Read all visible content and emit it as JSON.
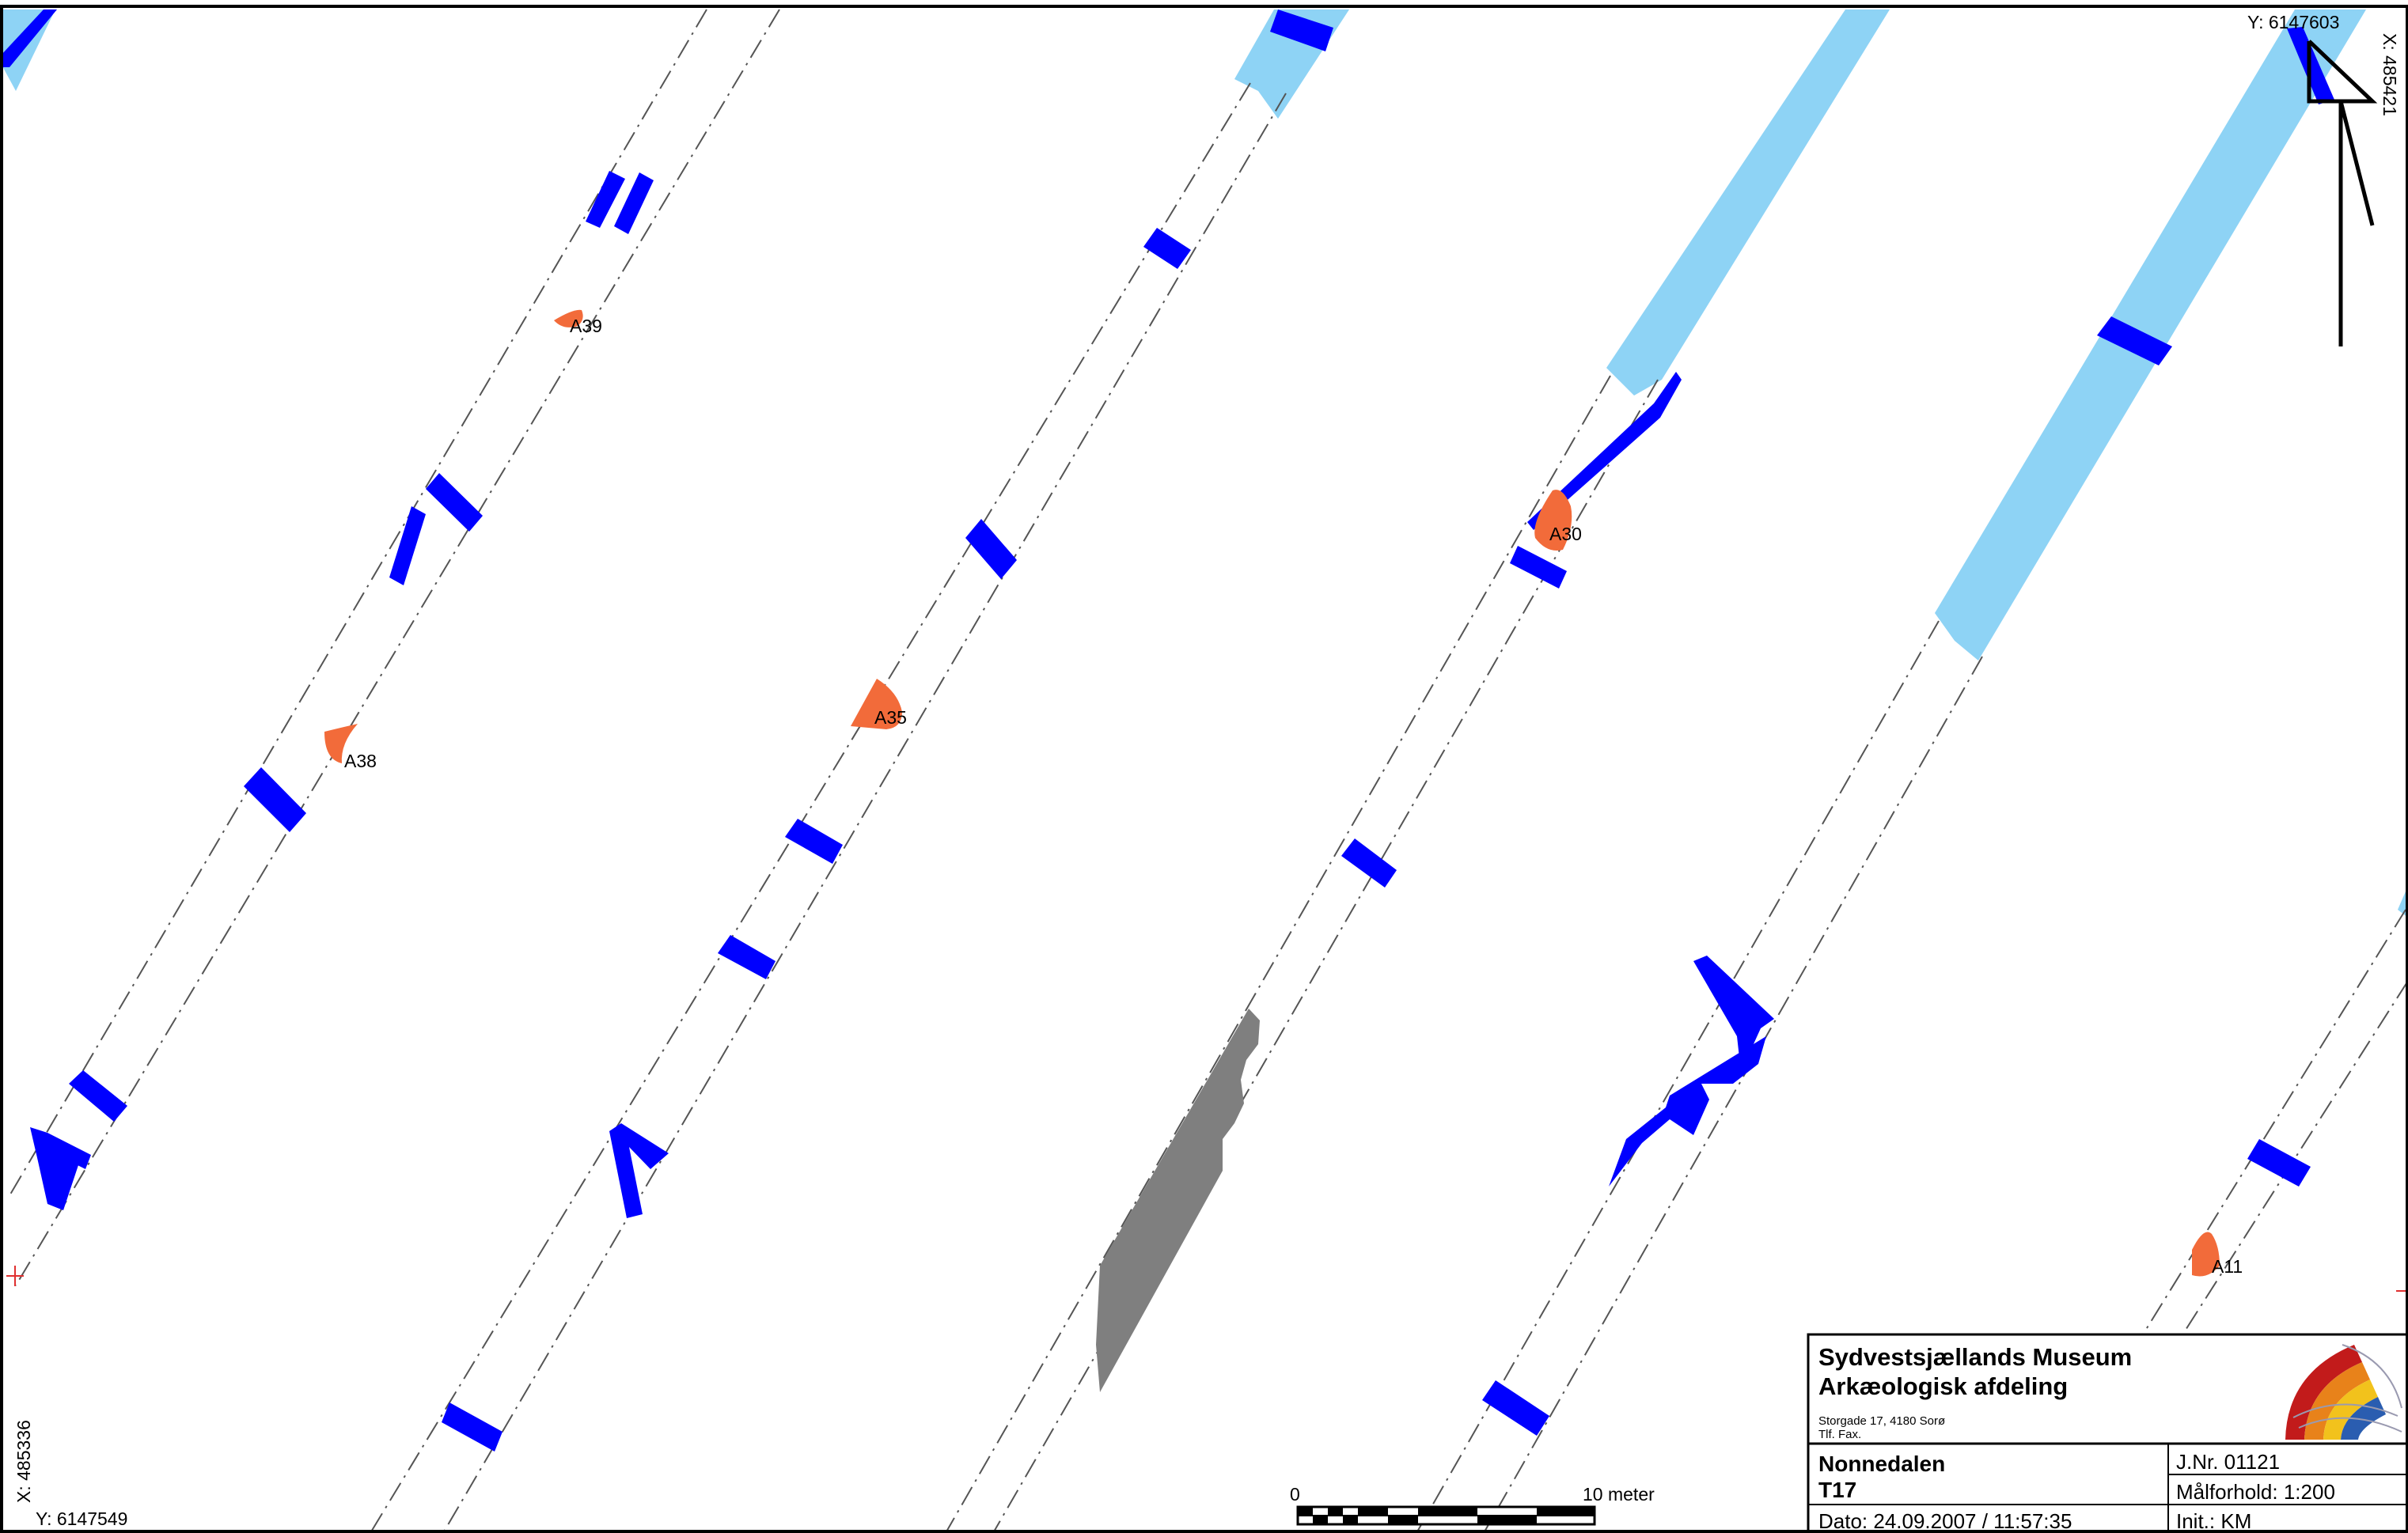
{
  "colors": {
    "trench_fill": "#ffffff",
    "trench_edge": "#555555",
    "modern_disturbance": "#8ed3f5",
    "drain": "#0000ff",
    "feature": "#f26b3a",
    "other_feature": "#7f7f7f",
    "frame": "#000000"
  },
  "features": [
    {
      "id": "A39",
      "label": "A39"
    },
    {
      "id": "A38",
      "label": "A38"
    },
    {
      "id": "A35",
      "label": "A35"
    },
    {
      "id": "A30",
      "label": "A30"
    },
    {
      "id": "A11",
      "label": "A11"
    }
  ],
  "coordinates": {
    "top_right_y": "Y: 6147603",
    "top_right_x": "X: 485421",
    "bottom_left_x": "X: 485336",
    "bottom_left_y": "Y: 6147549"
  },
  "scale_bar": {
    "start_label": "0",
    "end_label": "10 meter"
  },
  "title_block": {
    "museum": "Sydvestsjællands Museum",
    "department": "Arkæologisk afdeling",
    "address": "Storgade 17, 4180 Sorø",
    "contact": "Tlf.  Fax.",
    "site": "Nonnedalen",
    "trench": "T17",
    "date": "Dato: 24.09.2007 / 11:57:35",
    "journal": "J.Nr. 01121",
    "scale": "Målforhold: 1:200",
    "initials": "Init.: KM"
  },
  "icons": [
    "north-arrow-icon",
    "museum-logo-icon",
    "crosshair-icon"
  ]
}
